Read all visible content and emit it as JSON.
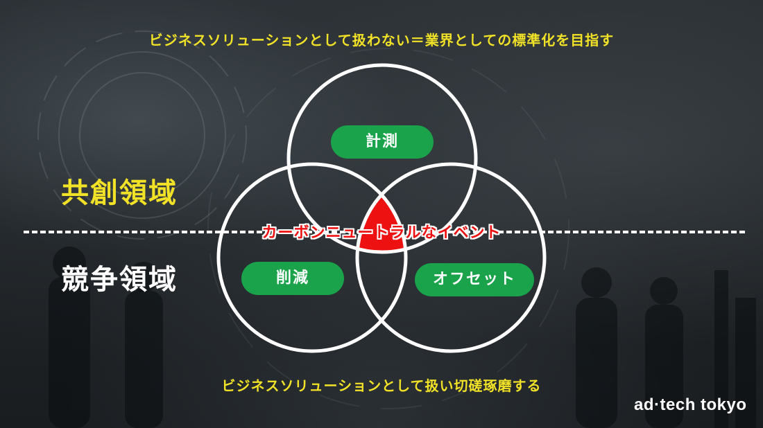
{
  "top_caption": "ビジネスソリューションとして扱わない＝業界としての標準化を目指す",
  "bottom_caption": "ビジネスソリューションとして扱い切磋琢磨する",
  "regions": {
    "co_creation": "共創領域",
    "competition": "競争領域"
  },
  "venn": {
    "top": "計測",
    "left": "削減",
    "right": "オフセット",
    "center": "カーボンニュートラルなイベント"
  },
  "colors": {
    "accent_yellow": "#f2e227",
    "pill_green": "#1aa34a",
    "center_red": "#ee1111",
    "circle_stroke": "#ffffff"
  },
  "logo": "ad·tech tokyo"
}
